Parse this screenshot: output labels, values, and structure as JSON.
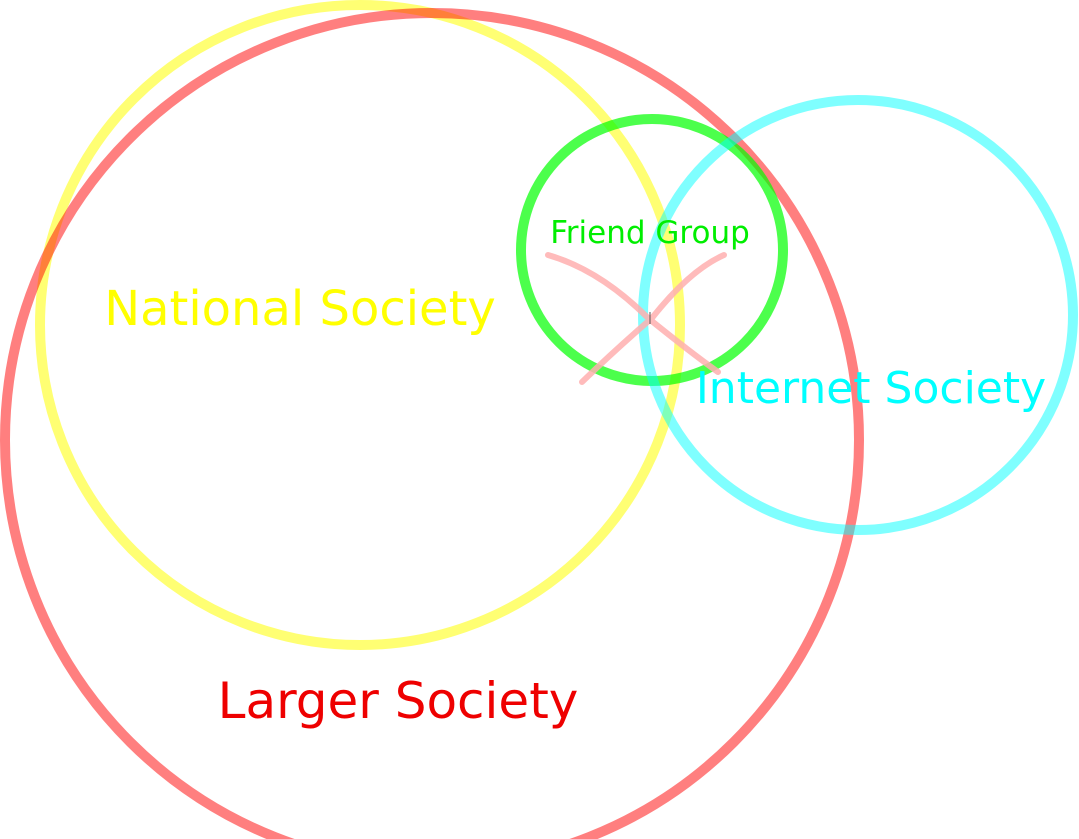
{
  "diagram": {
    "circles": {
      "larger": {
        "label": "Larger Society",
        "color": "#ff0000",
        "ring_color": "#ff7f7f"
      },
      "national": {
        "label": "National Society",
        "color": "#ffff00",
        "ring_color": "#ffff80"
      },
      "friend": {
        "label": "Friend Group",
        "color": "#00ff00",
        "ring_color": "#3dff3d"
      },
      "internet": {
        "label": "Internet Society",
        "color": "#00ffff",
        "ring_color": "#80ffff"
      }
    },
    "marker": {
      "icon": "x-mark-icon",
      "color": "#ffb0b0"
    }
  }
}
